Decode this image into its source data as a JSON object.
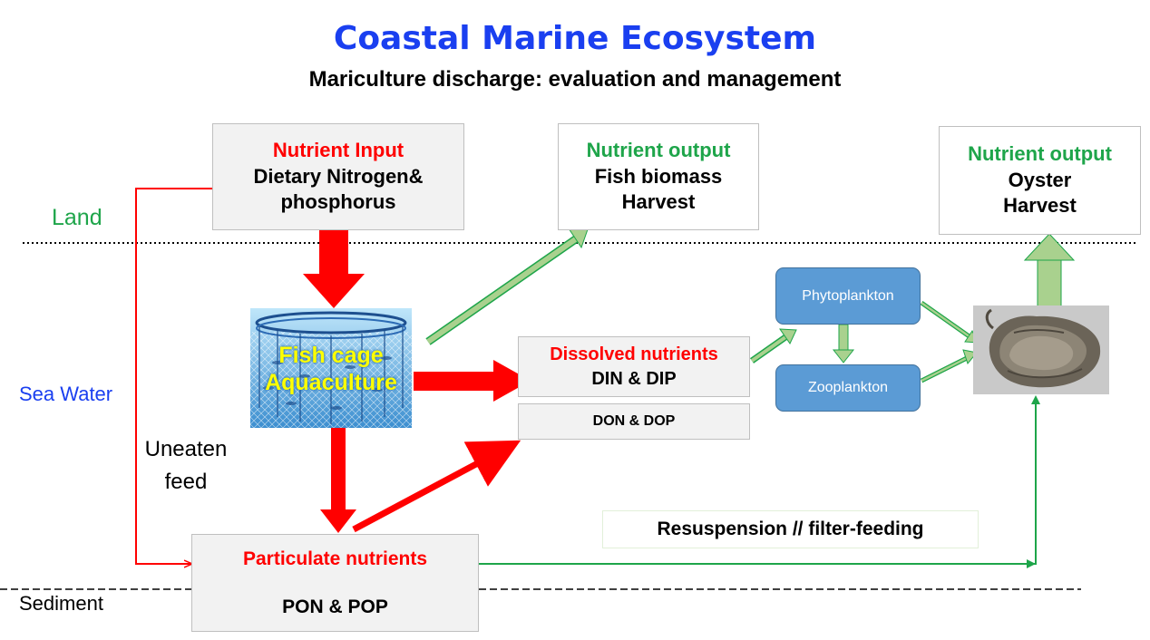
{
  "title": "Coastal Marine Ecosystem",
  "subtitle": "Mariculture discharge:  evaluation and management",
  "labels": {
    "land": "Land",
    "sea_water": "Sea Water",
    "sediment": "Sediment",
    "uneaten_line1": "Uneaten",
    "uneaten_line2": "feed"
  },
  "nutrient_input": {
    "heading": "Nutrient Input",
    "line1": "Dietary Nitrogen&",
    "line2": "phosphorus"
  },
  "fish_output": {
    "heading": "Nutrient output",
    "line1": "Fish biomass",
    "line2": "Harvest"
  },
  "oyster_output": {
    "heading": "Nutrient output",
    "line1": "Oyster",
    "line2": "Harvest"
  },
  "fish_cage": {
    "line1": "Fish cage",
    "line2": "Aquaculture"
  },
  "dissolved": {
    "heading": "Dissolved nutrients",
    "line1": "DIN & DIP",
    "organic": "DON & DOP"
  },
  "plankton": {
    "phyto": "Phytoplankton",
    "zoo": "Zooplankton"
  },
  "resuspension": "Resuspension // filter-feeding",
  "particulate": {
    "heading": "Particulate nutrients",
    "line1": "PON & POP"
  },
  "colors": {
    "title_blue": "#1a3ff0",
    "input_red": "#ff0000",
    "output_green": "#1ea54a",
    "plankton_blue": "#5b9bd5",
    "light_green_arrow": "#a9d18e"
  },
  "icons": {
    "fish_cage": "fish-cage-image",
    "oyster": "oyster-image"
  }
}
